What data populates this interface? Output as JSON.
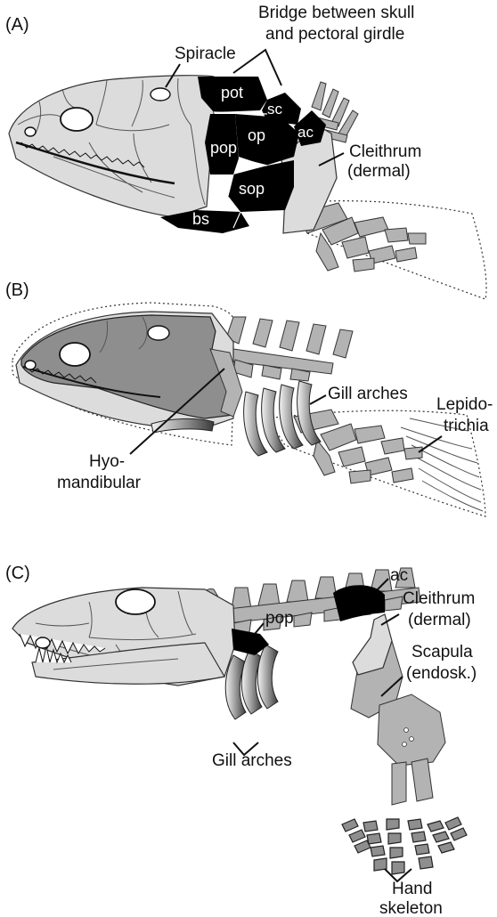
{
  "panels": [
    {
      "id": "A",
      "panel_label": "(A)",
      "labels": {
        "spiracle": "Spiracle",
        "bridge_line1": "Bridge between skull",
        "bridge_line2": "and pectoral girdle",
        "cleithrum_line1": "Cleithrum",
        "cleithrum_line2": "(dermal)"
      },
      "bone_labels": {
        "pot": "pot",
        "sc": "sc",
        "ac": "ac",
        "op": "op",
        "pop": "pop",
        "sop": "sop",
        "bs": "bs"
      }
    },
    {
      "id": "B",
      "panel_label": "(B)",
      "labels": {
        "gill_arches": "Gill arches",
        "lepido_line1": "Lepido-",
        "lepido_line2": "trichia",
        "hyo_line1": "Hyo-",
        "hyo_line2": "mandibular"
      }
    },
    {
      "id": "C",
      "panel_label": "(C)",
      "labels": {
        "ac": "ac",
        "pop": "pop",
        "cleithrum_line1": "Cleithrum",
        "cleithrum_line2": "(dermal)",
        "scapula_line1": "Scapula",
        "scapula_line2": "(endosk.)",
        "gill_arches": "Gill arches",
        "hand_line1": "Hand",
        "hand_line2": "skeleton"
      }
    }
  ],
  "colors": {
    "dermal_bone": "#dcdcdc",
    "endocranium": "#8e8e8e",
    "opercular_bones": "#000000",
    "fin_bones": "#b3b3b3",
    "outline": "#222222"
  }
}
